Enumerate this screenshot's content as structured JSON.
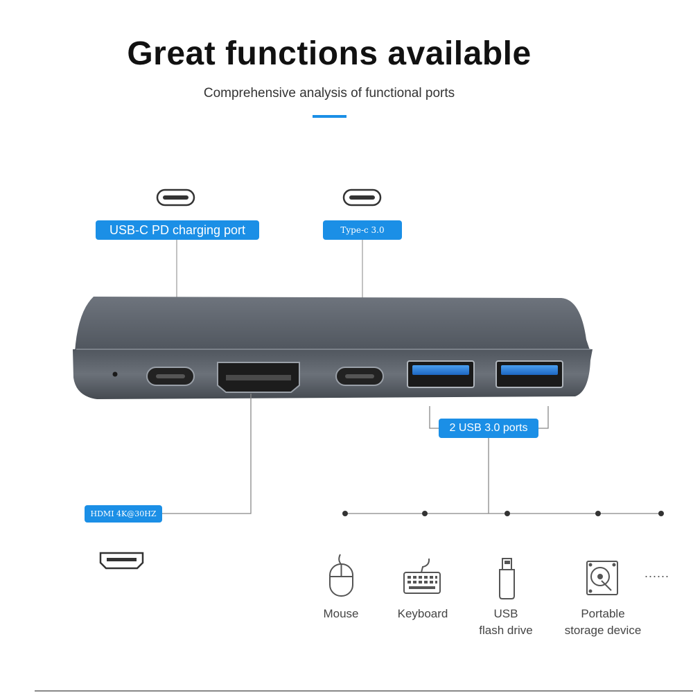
{
  "header": {
    "title": "Great functions available",
    "subtitle": "Comprehensive analysis of functional ports"
  },
  "ports": {
    "pd_label": "USB-C PD charging port",
    "typec_label": "Type-c 3.0",
    "usb_label": "2 USB 3.0 ports",
    "hdmi_label": "HDMI 4K@30HZ"
  },
  "devices": [
    {
      "label": "Mouse",
      "icon": "mouse-icon"
    },
    {
      "label_line1": "Keyboard",
      "icon": "keyboard-icon"
    },
    {
      "label_line1": "USB",
      "label_line2": "flash drive",
      "icon": "usb-flash-drive-icon"
    },
    {
      "label_line1": "Portable",
      "label_line2": "storage device",
      "icon": "hard-drive-icon"
    }
  ],
  "more_indicator": "......",
  "colors": {
    "accent": "#1b8fe6",
    "hub_body": "#5d636c",
    "usb_port_blue": "#2f7fd6"
  }
}
